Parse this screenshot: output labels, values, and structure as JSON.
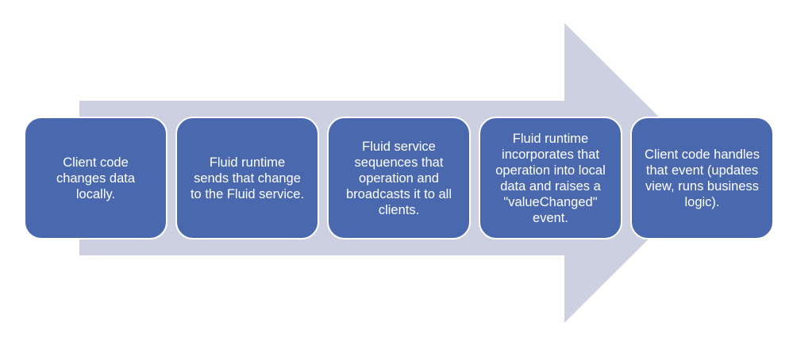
{
  "colors": {
    "arrow": "#ccd0e1",
    "box": "#4a68ae",
    "box_border": "#ffffff",
    "text": "#ffffff"
  },
  "steps": [
    {
      "text": "Client code\nchanges data\nlocally."
    },
    {
      "text": "Fluid runtime\nsends that change\nto the Fluid service."
    },
    {
      "text": "Fluid service\nsequences that\noperation and\nbroadcasts it to all\nclients."
    },
    {
      "text": "Fluid runtime\nincorporates that\noperation into local\ndata and raises a\n\"valueChanged\"\nevent."
    },
    {
      "text": "Client code handles\nthat event (updates\nview, runs business\nlogic)."
    }
  ]
}
